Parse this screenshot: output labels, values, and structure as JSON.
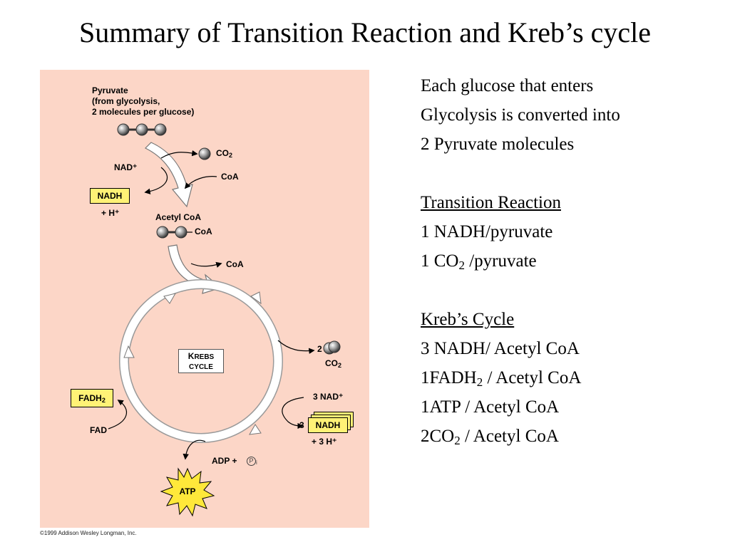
{
  "title": "Summary of Transition Reaction and Kreb’s cycle",
  "diagram": {
    "pyruvate_lines": [
      "Pyruvate",
      "(from glycolysis,",
      "2 molecules per glucose)"
    ],
    "nad_plus": "NAD⁺",
    "co2_top": "CO",
    "co2_sub": "2",
    "coa_in": "CoA",
    "nadh": "NADH",
    "h_plus": "+ H⁺",
    "acetyl_coa": "Acetyl CoA",
    "coa_attached": "CoA",
    "coa_out": "CoA",
    "krebs_k": "K",
    "krebs_rest": "REBS",
    "krebs_cycle": "CYCLE",
    "co2_count": "2",
    "co2_right": "CO",
    "co2_right_sub": "2",
    "three_nad": "3 NAD⁺",
    "three": "3",
    "nadh_right": "NADH",
    "three_h": "+ 3 H⁺",
    "fadh": "FADH",
    "fadh_sub": "2",
    "fad": "FAD",
    "adp": "ADP +",
    "pi_symbol": "P",
    "pi_sub": "i",
    "atp": "ATP",
    "copyright": "©1999 Addison Wesley Longman, Inc."
  },
  "notes": {
    "intro": [
      "Each glucose that enters",
      "Glycolysis is converted into",
      "2 Pyruvate molecules"
    ],
    "transition_heading": "Transition Reaction",
    "tr_nadh": "1 NADH/pyruvate",
    "tr_co2_a": "1 CO",
    "tr_co2_sub": "2",
    "tr_co2_b": " /pyruvate",
    "krebs_heading": "Kreb’s Cycle",
    "k_nadh": "3 NADH/ Acetyl CoA",
    "k_fadh_a": "1FADH",
    "k_fadh_sub": "2",
    "k_fadh_b": " / Acetyl CoA",
    "k_atp": "1ATP / Acetyl CoA",
    "k_co2_a": "2CO",
    "k_co2_sub": "2",
    "k_co2_b": " / Acetyl CoA"
  },
  "colors": {
    "panel": "#fcd6c7",
    "highlight": "#fff276",
    "atp_star": "#ffe83a"
  }
}
